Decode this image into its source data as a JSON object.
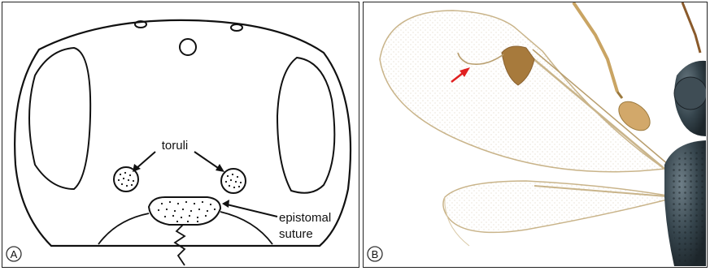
{
  "panel_a": {
    "letter": "A",
    "labels": {
      "toruli": "toruli",
      "epistomal_line1": "epistomal",
      "epistomal_line2": "suture"
    }
  },
  "panel_b": {
    "letter": "B",
    "arrow_color": "#e02020"
  },
  "colors": {
    "ink": "#111111",
    "wing_edge": "#c9b48a",
    "stigma": "#a77a3c",
    "body_dark": "#2f3d45"
  }
}
